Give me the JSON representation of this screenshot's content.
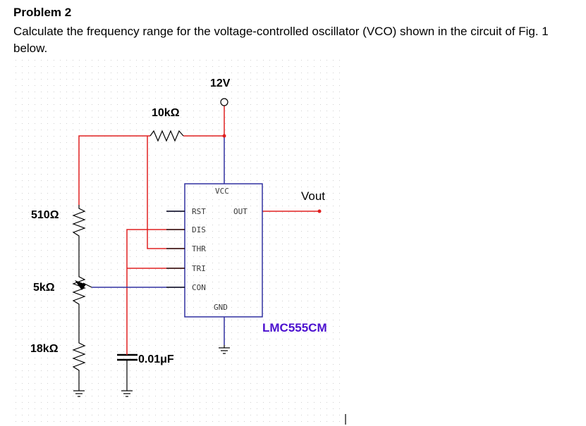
{
  "problem": {
    "title": "Problem 2",
    "text": "Calculate the frequency range for the voltage-controlled oscillator (VCO) shown in the circuit of Fig. 1 below."
  },
  "circuit": {
    "supply_label": "12V",
    "r_top_label": "10kΩ",
    "r1_label": "510Ω",
    "pot_label": "5kΩ",
    "r2_label": "18kΩ",
    "cap_label": "0.01μF",
    "output_label": "Vout",
    "chip_name": "LMC555CM",
    "pins": {
      "vcc": "VCC",
      "rst": "RST",
      "out": "OUT",
      "dis": "DIS",
      "thr": "THR",
      "tri": "TRI",
      "con": "CON",
      "gnd": "GND"
    }
  },
  "colors": {
    "wire_red": "#e02020",
    "wire_blue": "#3030a0",
    "chip_label": "#4b0fcf",
    "grid_dot": "#cfcfcf"
  }
}
